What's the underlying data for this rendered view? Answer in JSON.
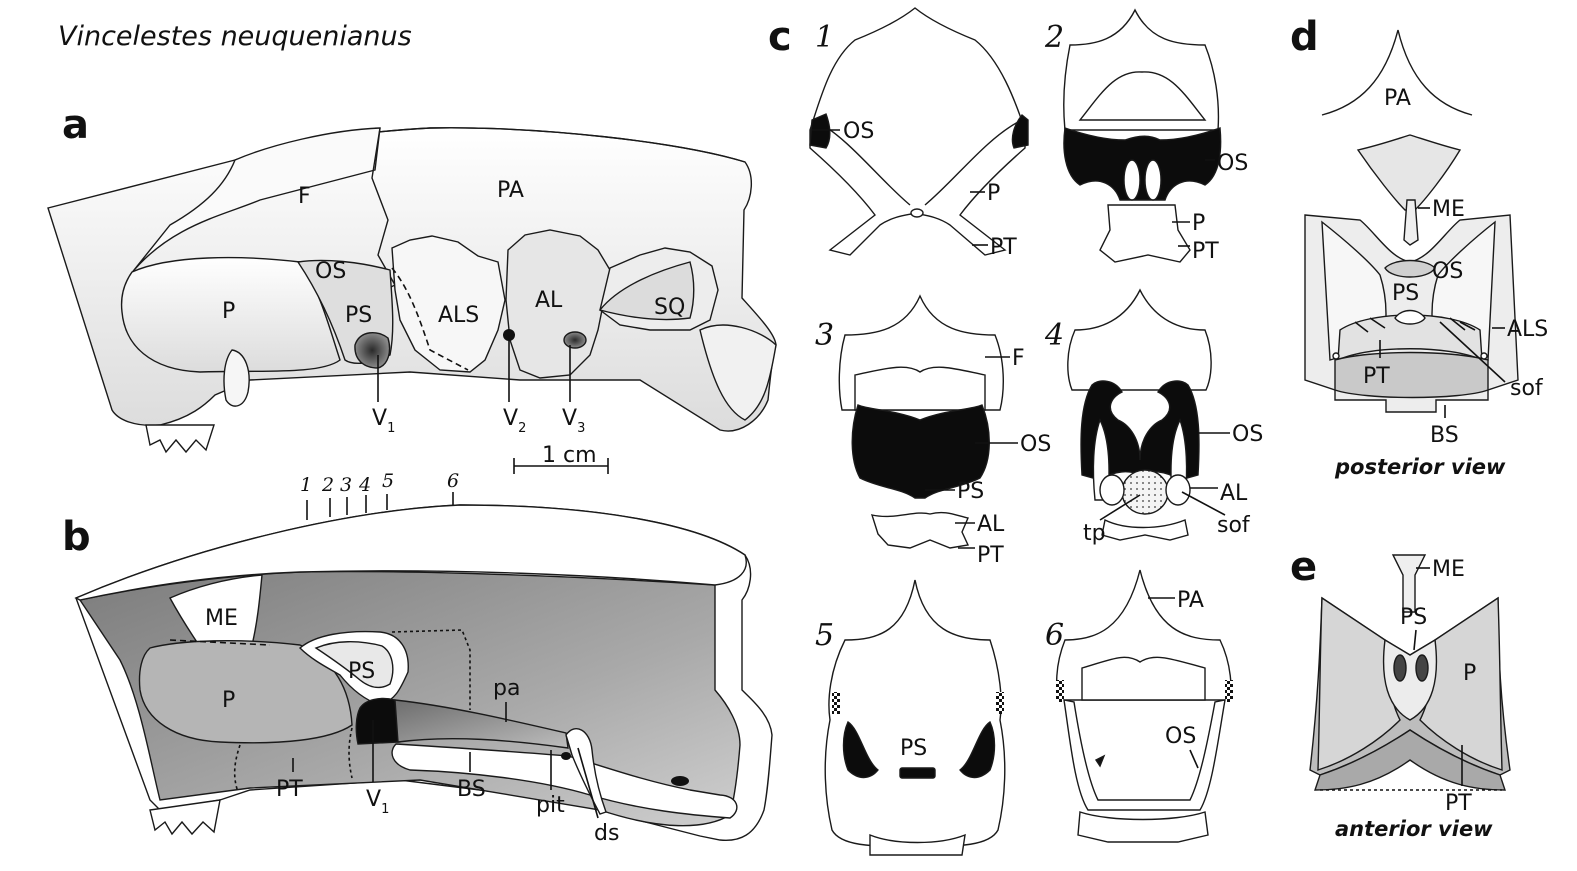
{
  "title": "Vincelestes neuquenianus",
  "panels": {
    "a": {
      "letter": "a",
      "labels": {
        "F": "F",
        "PA": "PA",
        "OS": "OS",
        "P": "P",
        "PS": "PS",
        "ALS": "ALS",
        "AL": "AL",
        "SQ": "SQ"
      },
      "nerves": {
        "v1": "V",
        "v1_sub": "1",
        "v2": "V",
        "v2_sub": "2",
        "v3": "V",
        "v3_sub": "3"
      },
      "scale_bar": "1 cm"
    },
    "b": {
      "letter": "b",
      "section_ticks": [
        "1",
        "2",
        "3",
        "4",
        "5",
        "6"
      ],
      "labels": {
        "ME": "ME",
        "P": "P",
        "PS": "PS",
        "pa": "pa",
        "PT": "PT",
        "V": "V",
        "V_sub": "1",
        "BS": "BS",
        "pit": "pit",
        "ds": "ds"
      }
    },
    "c": {
      "letter": "c",
      "sections": [
        {
          "num": "1",
          "labels": [
            "OS",
            "P",
            "PT"
          ]
        },
        {
          "num": "2",
          "labels": [
            "OS",
            "P",
            "PT"
          ]
        },
        {
          "num": "3",
          "labels": [
            "F",
            "OS",
            "PS",
            "AL",
            "PT"
          ]
        },
        {
          "num": "4",
          "labels": [
            "OS",
            "AL",
            "tp",
            "sof"
          ]
        },
        {
          "num": "5",
          "labels": [
            "PS"
          ]
        },
        {
          "num": "6",
          "labels": [
            "PA",
            "OS"
          ]
        }
      ]
    },
    "d": {
      "letter": "d",
      "labels": {
        "PA": "PA",
        "ME": "ME",
        "OS": "OS",
        "PS": "PS",
        "ALS": "ALS",
        "PT": "PT",
        "sof": "sof",
        "BS": "BS"
      },
      "caption": "posterior view"
    },
    "e": {
      "letter": "e",
      "labels": {
        "ME": "ME",
        "PS": "PS",
        "P": "P",
        "PT": "PT"
      },
      "caption": "anterior view"
    }
  },
  "colors": {
    "ink": "#111111",
    "bone_light": "#f2f2f2",
    "bone_mid": "#cfcfcf",
    "bone_dark": "#8a8a8a",
    "cavity": "#9a9a9a",
    "black": "#0c0c0c"
  }
}
